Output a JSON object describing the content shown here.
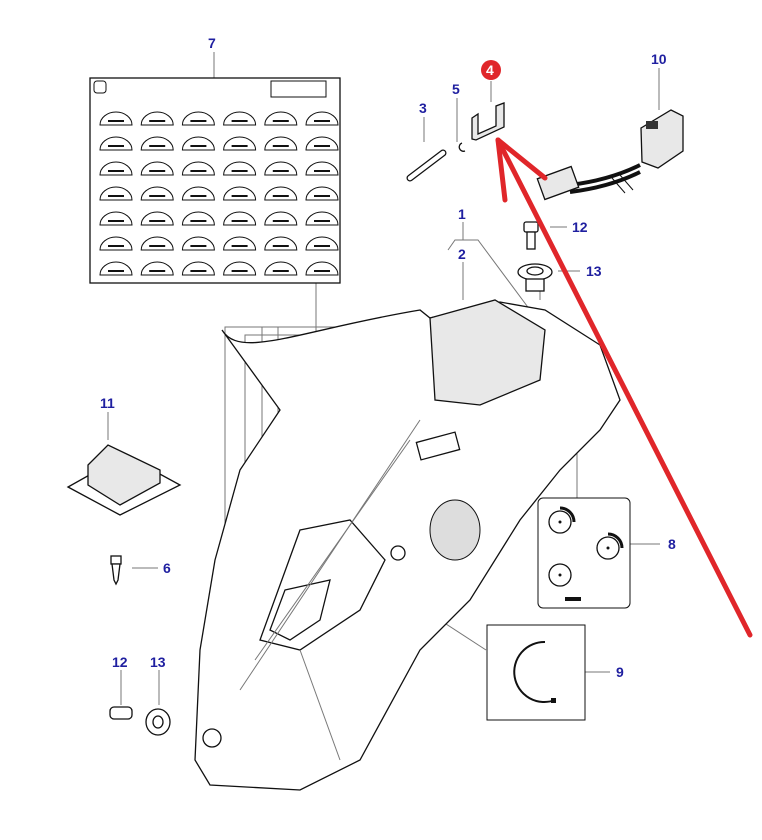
{
  "diagram": {
    "callouts": {
      "c7": "7",
      "c3": "3",
      "c5": "5",
      "c4": "4",
      "c10": "10",
      "c1": "1",
      "c2": "2",
      "c12a": "12",
      "c13a": "13",
      "c11": "11",
      "c6": "6",
      "c8": "8",
      "c9": "9",
      "c12b": "12",
      "c13b": "13"
    },
    "highlight": {
      "callout": "4",
      "color": "#e0262a",
      "arrow_color": "#e0262a"
    },
    "callout_color": "#1f1fa0",
    "decal_sheet": {
      "rows": 7,
      "columns": 6
    }
  }
}
